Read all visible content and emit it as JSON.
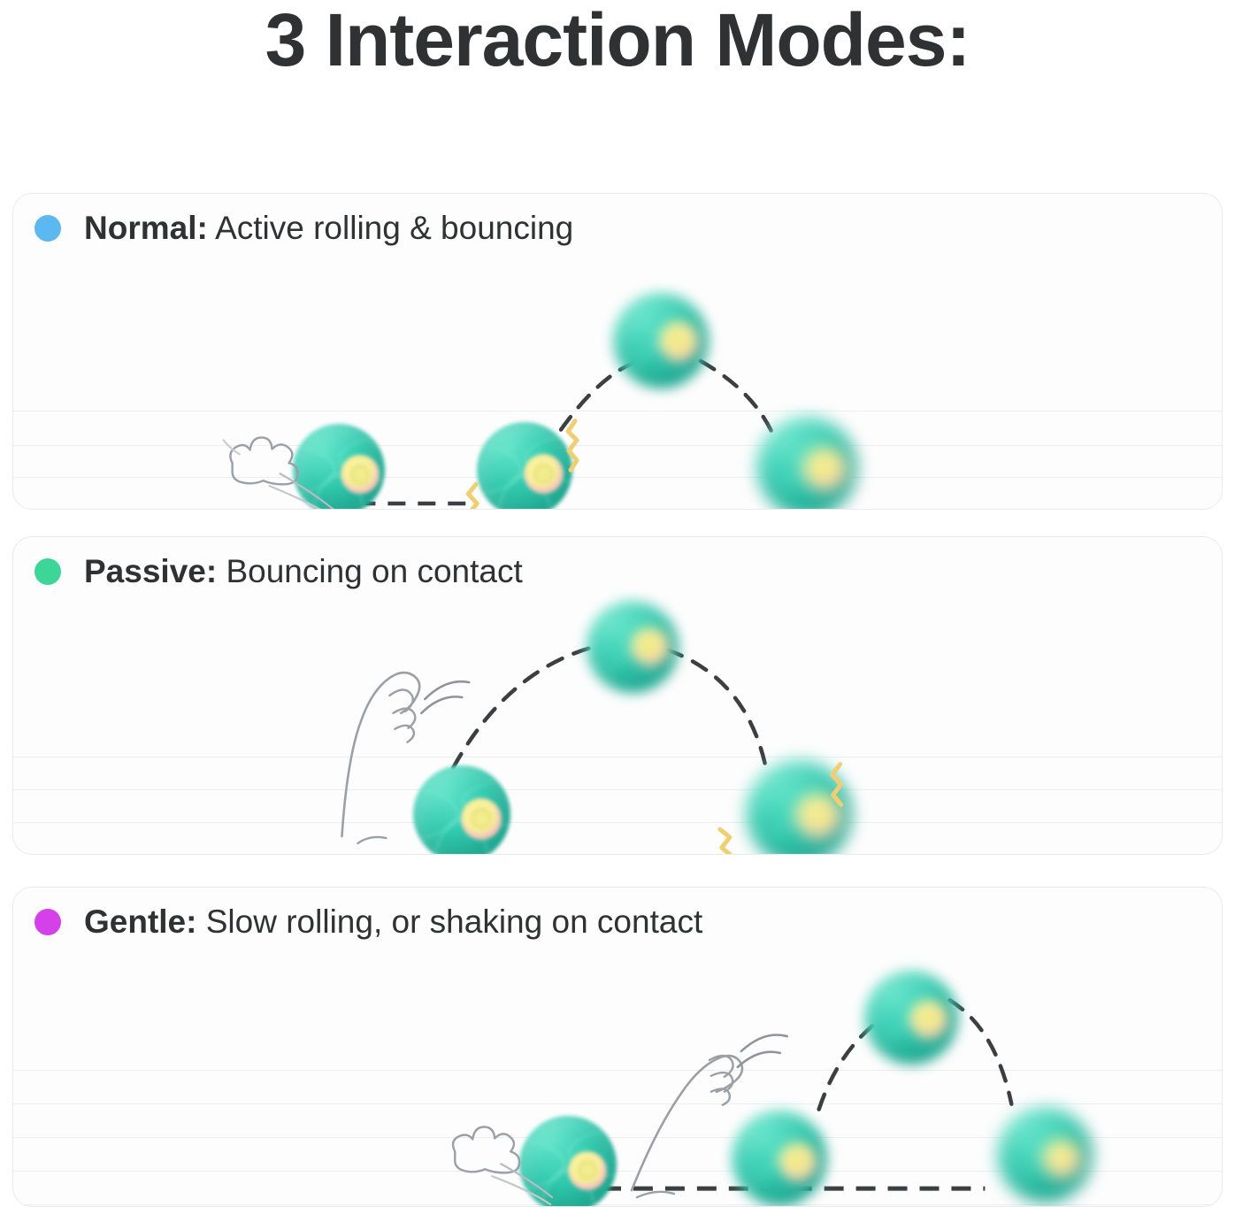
{
  "title": "3 Interaction Modes:",
  "modes": [
    {
      "id": "normal",
      "dot_color": "#5BB8F0",
      "label": "Normal:",
      "description": "Active rolling & bouncing",
      "scene": "paw-print, rolling ball, ball bouncing with spark, arc apex ball, landing blurred ball"
    },
    {
      "id": "passive",
      "dot_color": "#3DD598",
      "label": "Passive:",
      "description": "Bouncing on contact",
      "scene": "cat leg tapping ball, arc apex ball, landing ball with impact sparks"
    },
    {
      "id": "gentle",
      "dot_color": "#D441E8",
      "label": "Gentle:",
      "description": "Slow rolling, or shaking on contact",
      "scene": "paw-print, slow rolling ball, cat leg, ball, arc apex ball, landing blurred ball"
    }
  ],
  "colors": {
    "ball_teal": "#2DC7AD",
    "ball_eye_yellow": "#F4EE92",
    "ball_eye_ring": "#F6B9AD",
    "spark_yellow": "#F0CE72",
    "trajectory_dash": "#3c3f42",
    "gridline": "#ECEEF0",
    "card_border": "#E9EAEC",
    "title_text": "#2F3132",
    "page_background": "#FFFFFF"
  },
  "icons": {
    "dot": "status-dot",
    "paw": "paw-print-icon",
    "leg": "cat-leg-icon",
    "spark": "impact-spark-icon",
    "trajectory": "dashed-trajectory-icon"
  }
}
